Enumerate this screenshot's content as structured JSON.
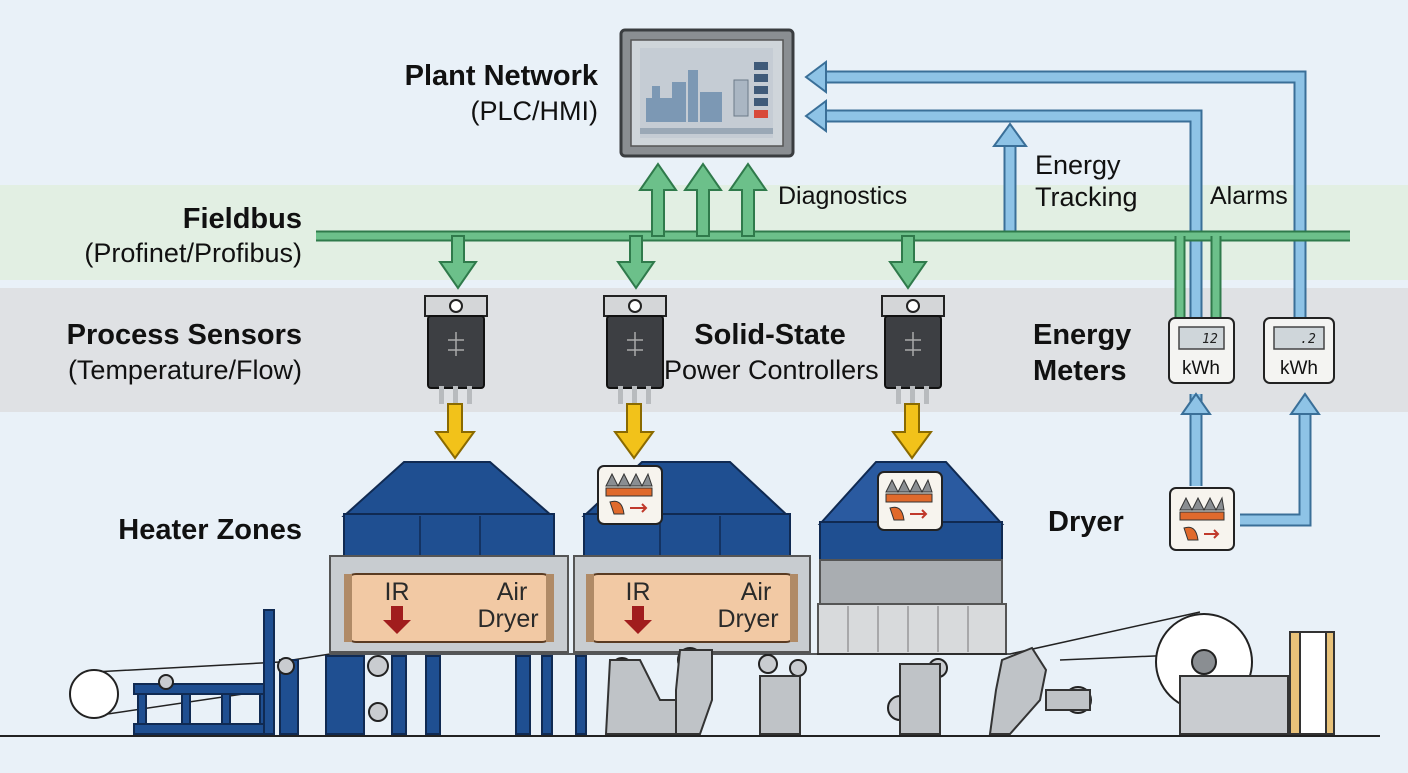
{
  "labels": {
    "plant_network_title": "Plant Network",
    "plant_network_sub": "(PLC/HMI)",
    "fieldbus_title": "Fieldbus",
    "fieldbus_sub": "(Profinet/Profibus)",
    "sensors_title": "Process Sensors",
    "sensors_sub": "(Temperature/Flow)",
    "ssr_title": "Solid-State",
    "ssr_sub": "Power Controllers",
    "energy_meters_line1": "Energy",
    "energy_meters_line2": "Meters",
    "heater_zones": "Heater Zones",
    "dryer": "Dryer",
    "diagnostics": "Diagnostics",
    "energy_tracking_line1": "Energy",
    "energy_tracking_line2": "Tracking",
    "alarms": "Alarms"
  },
  "meters": [
    {
      "unit": "kWh",
      "reading": "12"
    },
    {
      "unit": "kWh",
      "reading": ".2"
    }
  ],
  "heater_units": [
    {
      "ir": "IR",
      "air_line1": "Air",
      "air_line2": "Dryer"
    },
    {
      "ir": "IR",
      "air_line1": "Air",
      "air_line2": "Dryer"
    }
  ],
  "colors": {
    "fieldbus_green": "#5ab37a",
    "network_blue": "#8ec3e6",
    "heater_blue": "#1d4f92",
    "arrow_yellow": "#f2c21a"
  }
}
